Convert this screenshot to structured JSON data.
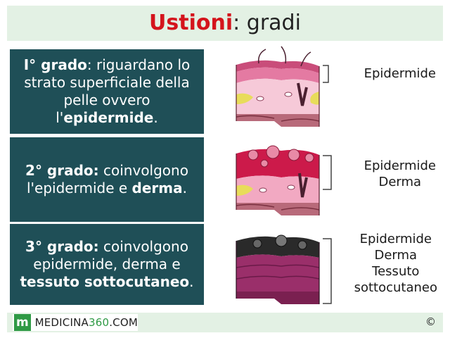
{
  "title": {
    "accent": "Ustioni",
    "rest": ": gradi"
  },
  "degrees": [
    {
      "bold": "I° grado",
      "text": ": riguardano lo strato superficiale della pelle ovvero l'",
      "bold_end": "epidermide",
      "tail": "."
    },
    {
      "bold": "2° grado:",
      "text": " coinvolgono l'epidermide e ",
      "bold_end": "derma",
      "tail": "."
    },
    {
      "bold": "3° grado:",
      "text": " coinvolgono epidermide, derma e ",
      "bold_end": "tessuto sottocutaneo",
      "tail": "."
    }
  ],
  "labels": {
    "first": [
      "Epidermide"
    ],
    "second": [
      "Epidermide",
      "Derma"
    ],
    "third": [
      "Epidermide",
      "Derma",
      "Tessuto",
      "sottocutaneo"
    ]
  },
  "footer": {
    "logo_letter": "m",
    "brand_a": "MEDICINA",
    "brand_b": "360",
    "brand_c": ".COM",
    "copyright": "©"
  },
  "colors": {
    "panel": "#1f4f57",
    "accent": "#d4141c",
    "band": "#e3f1e4",
    "brand_green": "#2f9a45"
  }
}
